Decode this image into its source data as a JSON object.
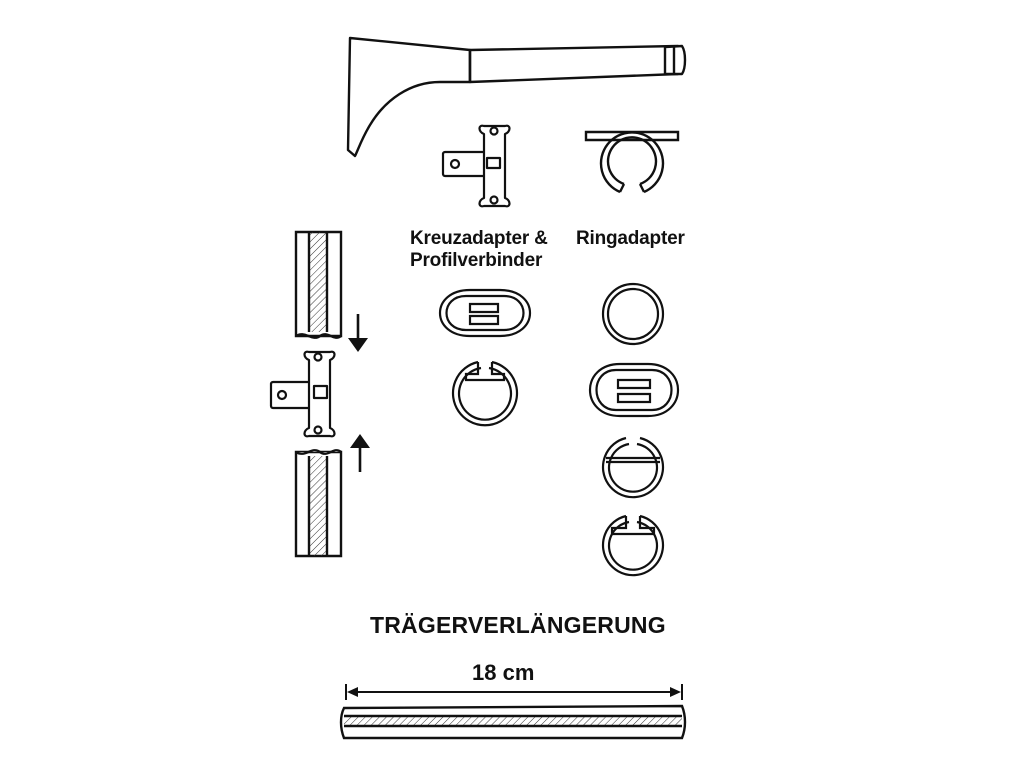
{
  "labels": {
    "kreuz_line1": "Kreuzadapter &",
    "kreuz_line2": "Profilverbinder",
    "ring": "Ringadapter",
    "title": "TRÄGERVERLÄNGERUNG",
    "dimension": "18 cm"
  },
  "colors": {
    "ink": "#111111",
    "background": "#ffffff"
  }
}
